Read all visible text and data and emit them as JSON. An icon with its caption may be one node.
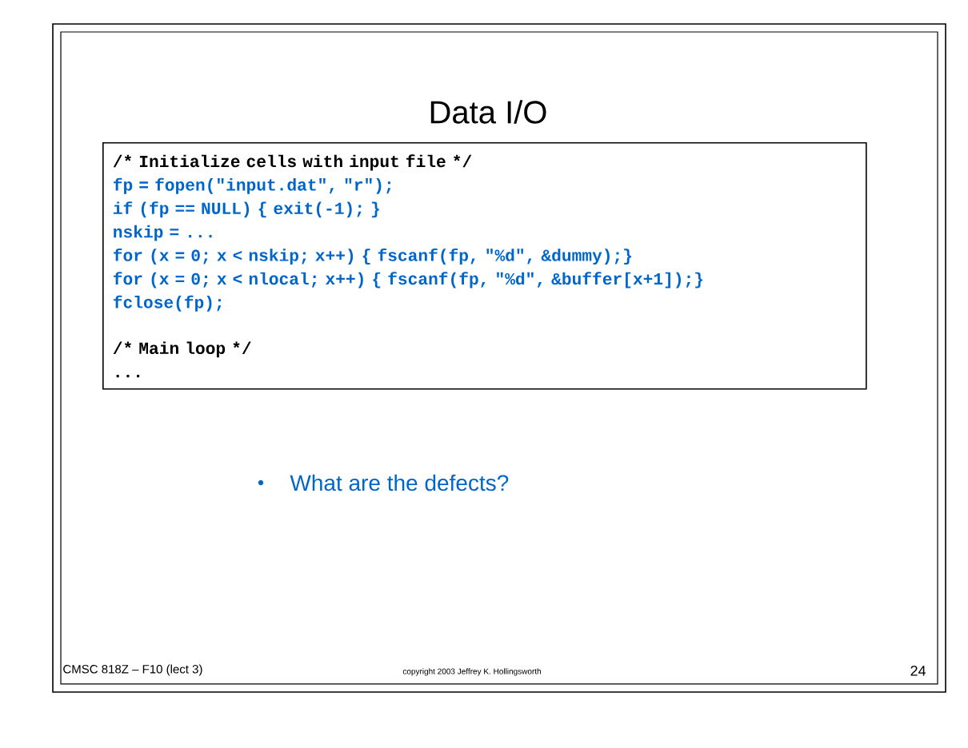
{
  "diagram": {
    "title": "Data I/O",
    "nodes": [
      {
        "text": [
          "/* Initialize cells with input file */",
          "fp = fopen(\"input.dat\", \"r\");",
          "if (fp == NULL) { exit(-1); }",
          "nskip = ...",
          "for (x = 0; x < nskip; x++) { fscanf(fp, \"%d\", &dummy);}",
          "for (x = 0; x < nlocal; x++) { fscanf(fp, \"%d\", &buffer[x+1]);}",
          "fclose(fp);",
          "/* Main loop */",
          "..."
        ]
      }
    ],
    "edges": [],
    "labels": [
      "What are the defects?",
      "CMSC 818Z – F10 (lect 3)",
      "copyright 2003 Jeffrey K. Hollingsworth",
      "24"
    ]
  }
}
